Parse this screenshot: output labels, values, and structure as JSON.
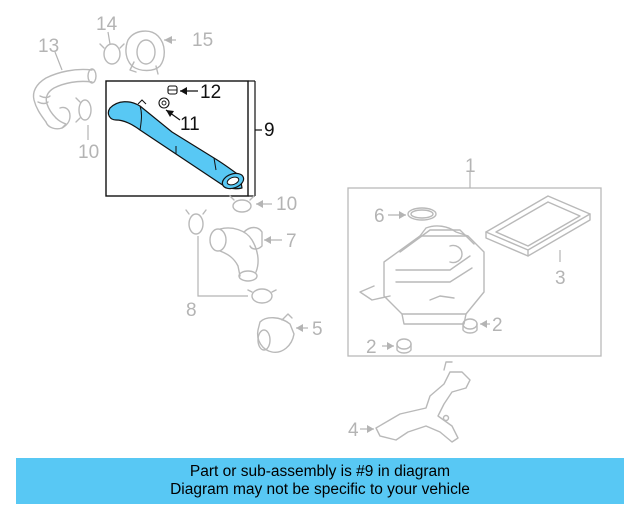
{
  "callouts": {
    "c1": "1",
    "c2a": "2",
    "c2b": "2",
    "c3": "3",
    "c4": "4",
    "c5": "5",
    "c6": "6",
    "c7": "7",
    "c8": "8",
    "c9": "9",
    "c10a": "10",
    "c10b": "10",
    "c11": "11",
    "c12": "12",
    "c13": "13",
    "c14": "14",
    "c15": "15"
  },
  "highlight_color": "#58c8f4",
  "caption": {
    "line1": "Part or sub-assembly is #9 in diagram",
    "line2": "Diagram may not be specific to your vehicle"
  }
}
